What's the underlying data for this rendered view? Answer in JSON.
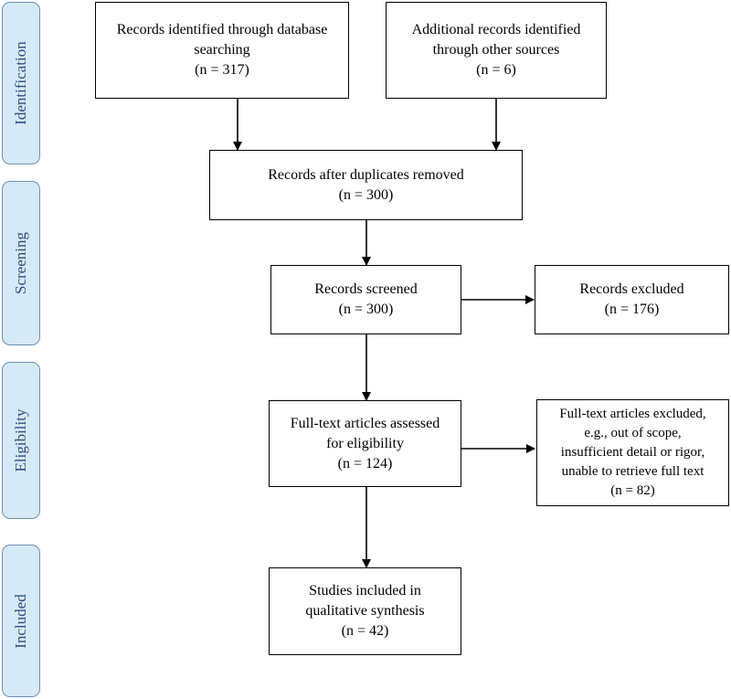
{
  "phases": {
    "identification": "Identification",
    "screening": "Screening",
    "eligibility": "Eligibility",
    "included": "Included"
  },
  "boxes": {
    "db_search": {
      "line1": "Records identified through database",
      "line2": "searching",
      "line3": "(n = 317)"
    },
    "other_sources": {
      "line1": "Additional records identified",
      "line2": "through other sources",
      "line3": "(n = 6)"
    },
    "duplicates_removed": {
      "line1": "Records after duplicates removed",
      "line2": "(n = 300)"
    },
    "screened": {
      "line1": "Records screened",
      "line2": "(n = 300)"
    },
    "excluded": {
      "line1": "Records excluded",
      "line2": "(n = 176)"
    },
    "fulltext_assessed": {
      "line1": "Full-text articles assessed",
      "line2": "for eligibility",
      "line3": "(n = 124)"
    },
    "fulltext_excluded": {
      "line1": "Full-text articles excluded,",
      "line2": "e.g., out of scope,",
      "line3": "insufficient detail or rigor,",
      "line4": "unable to retrieve full text",
      "line5": "(n = 82)"
    },
    "included": {
      "line1": "Studies included in",
      "line2": "qualitative synthesis",
      "line3": "(n = 42)"
    }
  }
}
